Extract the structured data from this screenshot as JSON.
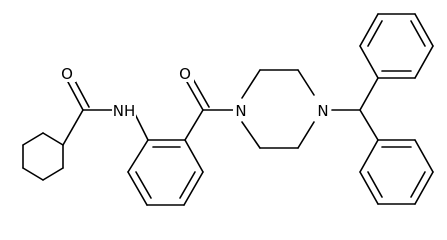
{
  "structure": {
    "atoms": {
      "o_amide": "O",
      "nh_amide": "NH",
      "o_ketone": "O",
      "n_piperazine_left": "N",
      "n_piperazine_right": "N"
    },
    "bond_color": "#000000",
    "background": "#ffffff"
  }
}
